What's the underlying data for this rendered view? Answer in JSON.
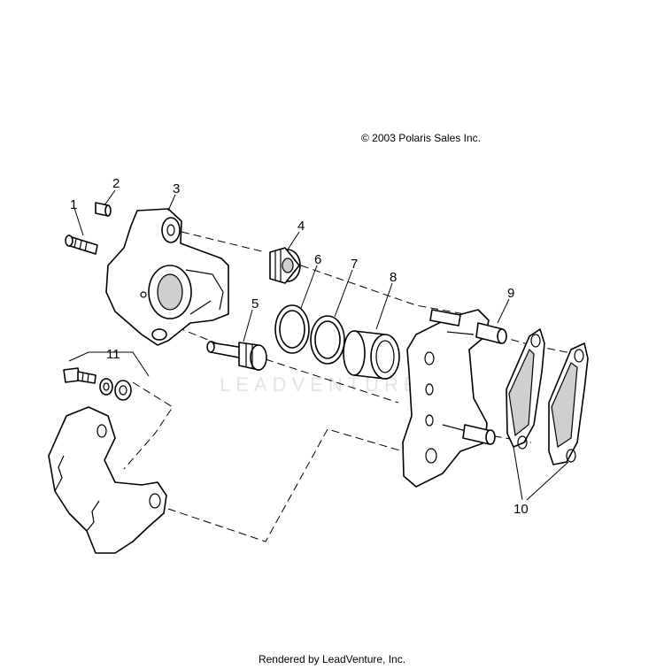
{
  "copyright": "© 2003 Polaris Sales Inc.",
  "footer": "Rendered by LeadVenture, Inc.",
  "watermark": "LEADVENTURE",
  "callouts": {
    "c1": "1",
    "c2": "2",
    "c3": "3",
    "c4": "4",
    "c5": "5",
    "c6": "6",
    "c7": "7",
    "c8": "8",
    "c9": "9",
    "c10": "10",
    "c11": "11"
  }
}
